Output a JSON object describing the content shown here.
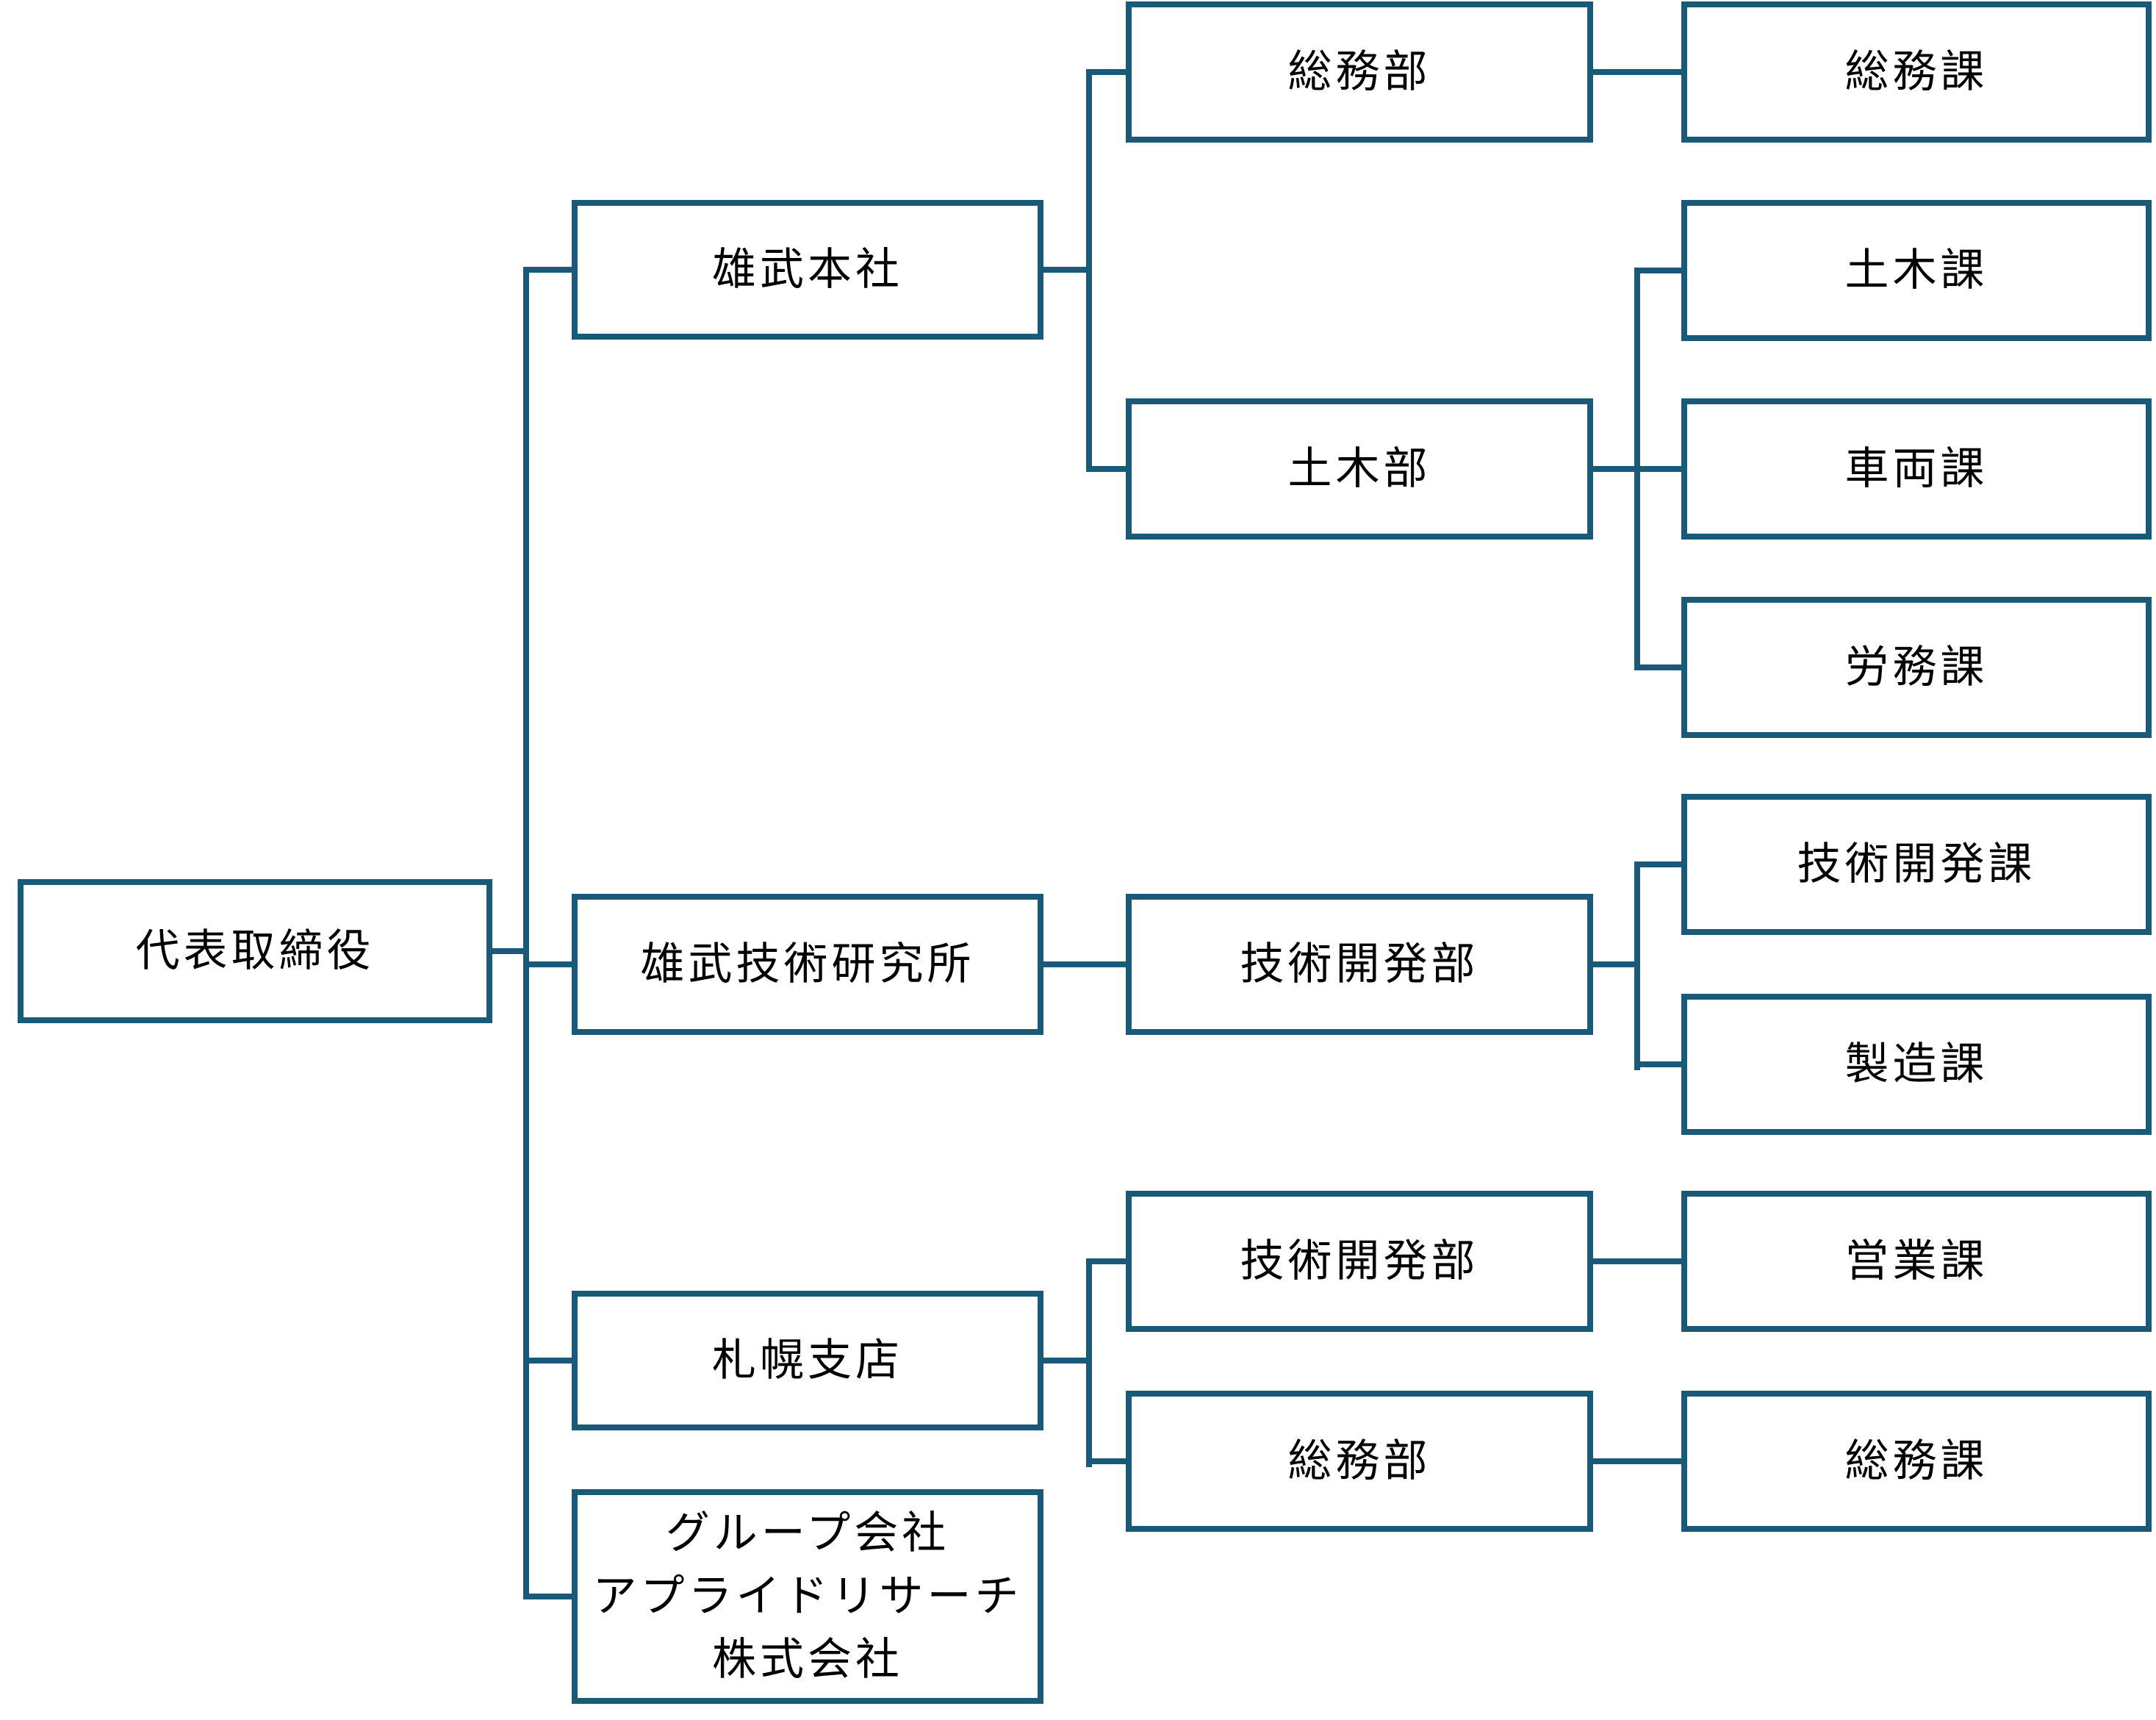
{
  "diagram": {
    "type": "org-chart",
    "background_color": "#FFFFFF",
    "accent_color": "#1A5978",
    "text_color": "#000000",
    "nodes": {
      "ceo": {
        "label": "代表取締役"
      },
      "omu_hq": {
        "label": "雄武本社"
      },
      "omu_research": {
        "label": "雄武技術研究所"
      },
      "sapporo_branch": {
        "label": "札幌支店"
      },
      "group_company": {
        "lines": [
          "グループ会社",
          "アプライドリサーチ",
          "株式会社"
        ]
      },
      "hq_general_affairs_dept": {
        "label": "総務部"
      },
      "hq_general_affairs_sec": {
        "label": "総務課"
      },
      "civil_eng_dept": {
        "label": "土木部"
      },
      "civil_eng_sec": {
        "label": "土木課"
      },
      "vehicle_sec": {
        "label": "車両課"
      },
      "labor_sec": {
        "label": "労務課"
      },
      "research_tech_dev_dept": {
        "label": "技術開発部"
      },
      "tech_dev_sec": {
        "label": "技術開発課"
      },
      "manufacturing_sec": {
        "label": "製造課"
      },
      "sapporo_tech_dev_dept": {
        "label": "技術開発部"
      },
      "sales_sec": {
        "label": "営業課"
      },
      "sapporo_general_affairs_dept": {
        "label": "総務部"
      },
      "sapporo_general_affairs_sec": {
        "label": "総務課"
      }
    },
    "edges": [
      [
        "ceo",
        "omu_hq"
      ],
      [
        "ceo",
        "omu_research"
      ],
      [
        "ceo",
        "sapporo_branch"
      ],
      [
        "ceo",
        "group_company"
      ],
      [
        "omu_hq",
        "hq_general_affairs_dept"
      ],
      [
        "hq_general_affairs_dept",
        "hq_general_affairs_sec"
      ],
      [
        "omu_hq",
        "civil_eng_dept"
      ],
      [
        "civil_eng_dept",
        "civil_eng_sec"
      ],
      [
        "civil_eng_dept",
        "vehicle_sec"
      ],
      [
        "civil_eng_dept",
        "labor_sec"
      ],
      [
        "omu_research",
        "research_tech_dev_dept"
      ],
      [
        "research_tech_dev_dept",
        "tech_dev_sec"
      ],
      [
        "research_tech_dev_dept",
        "manufacturing_sec"
      ],
      [
        "sapporo_branch",
        "sapporo_tech_dev_dept"
      ],
      [
        "sapporo_tech_dev_dept",
        "sales_sec"
      ],
      [
        "sapporo_branch",
        "sapporo_general_affairs_dept"
      ],
      [
        "sapporo_general_affairs_dept",
        "sapporo_general_affairs_sec"
      ]
    ]
  }
}
